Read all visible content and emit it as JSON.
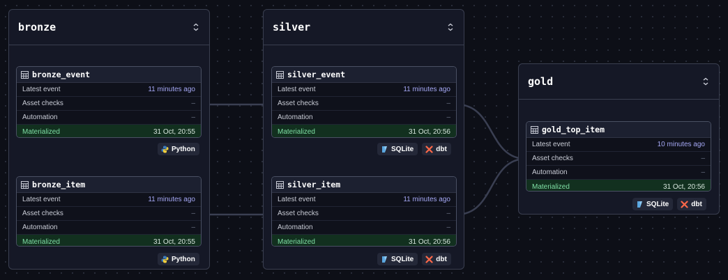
{
  "colors": {
    "materialized": "#7fe0a5",
    "latest_event": "#a5a8f5",
    "python_blue": "#3d7ab8",
    "python_yellow": "#f2cf3e",
    "sqlite": "#5aa7e0",
    "dbt": "#ff6849"
  },
  "groups": [
    {
      "title": "bronze",
      "assets": [
        {
          "name": "bronze_event",
          "rows": [
            {
              "label": "Latest event",
              "value": "11 minutes ago"
            },
            {
              "label": "Asset checks",
              "value": "–"
            },
            {
              "label": "Automation",
              "value": "–"
            },
            {
              "label": "Materialized",
              "value": "31 Oct, 20:55"
            }
          ],
          "tags": [
            {
              "label": "Python",
              "icon": "python-icon"
            }
          ]
        },
        {
          "name": "bronze_item",
          "rows": [
            {
              "label": "Latest event",
              "value": "11 minutes ago"
            },
            {
              "label": "Asset checks",
              "value": "–"
            },
            {
              "label": "Automation",
              "value": "–"
            },
            {
              "label": "Materialized",
              "value": "31 Oct, 20:55"
            }
          ],
          "tags": [
            {
              "label": "Python",
              "icon": "python-icon"
            }
          ]
        }
      ]
    },
    {
      "title": "silver",
      "assets": [
        {
          "name": "silver_event",
          "rows": [
            {
              "label": "Latest event",
              "value": "11 minutes ago"
            },
            {
              "label": "Asset checks",
              "value": "–"
            },
            {
              "label": "Automation",
              "value": "–"
            },
            {
              "label": "Materialized",
              "value": "31 Oct, 20:56"
            }
          ],
          "tags": [
            {
              "label": "SQLite",
              "icon": "sqlite-icon"
            },
            {
              "label": "dbt",
              "icon": "dbt-icon"
            }
          ]
        },
        {
          "name": "silver_item",
          "rows": [
            {
              "label": "Latest event",
              "value": "11 minutes ago"
            },
            {
              "label": "Asset checks",
              "value": "–"
            },
            {
              "label": "Automation",
              "value": "–"
            },
            {
              "label": "Materialized",
              "value": "31 Oct, 20:56"
            }
          ],
          "tags": [
            {
              "label": "SQLite",
              "icon": "sqlite-icon"
            },
            {
              "label": "dbt",
              "icon": "dbt-icon"
            }
          ]
        }
      ]
    },
    {
      "title": "gold",
      "assets": [
        {
          "name": "gold_top_item",
          "rows": [
            {
              "label": "Latest event",
              "value": "10 minutes ago"
            },
            {
              "label": "Asset checks",
              "value": "–"
            },
            {
              "label": "Automation",
              "value": "–"
            },
            {
              "label": "Materialized",
              "value": "31 Oct, 20:56"
            }
          ],
          "tags": [
            {
              "label": "SQLite",
              "icon": "sqlite-icon"
            },
            {
              "label": "dbt",
              "icon": "dbt-icon"
            }
          ]
        }
      ]
    }
  ]
}
